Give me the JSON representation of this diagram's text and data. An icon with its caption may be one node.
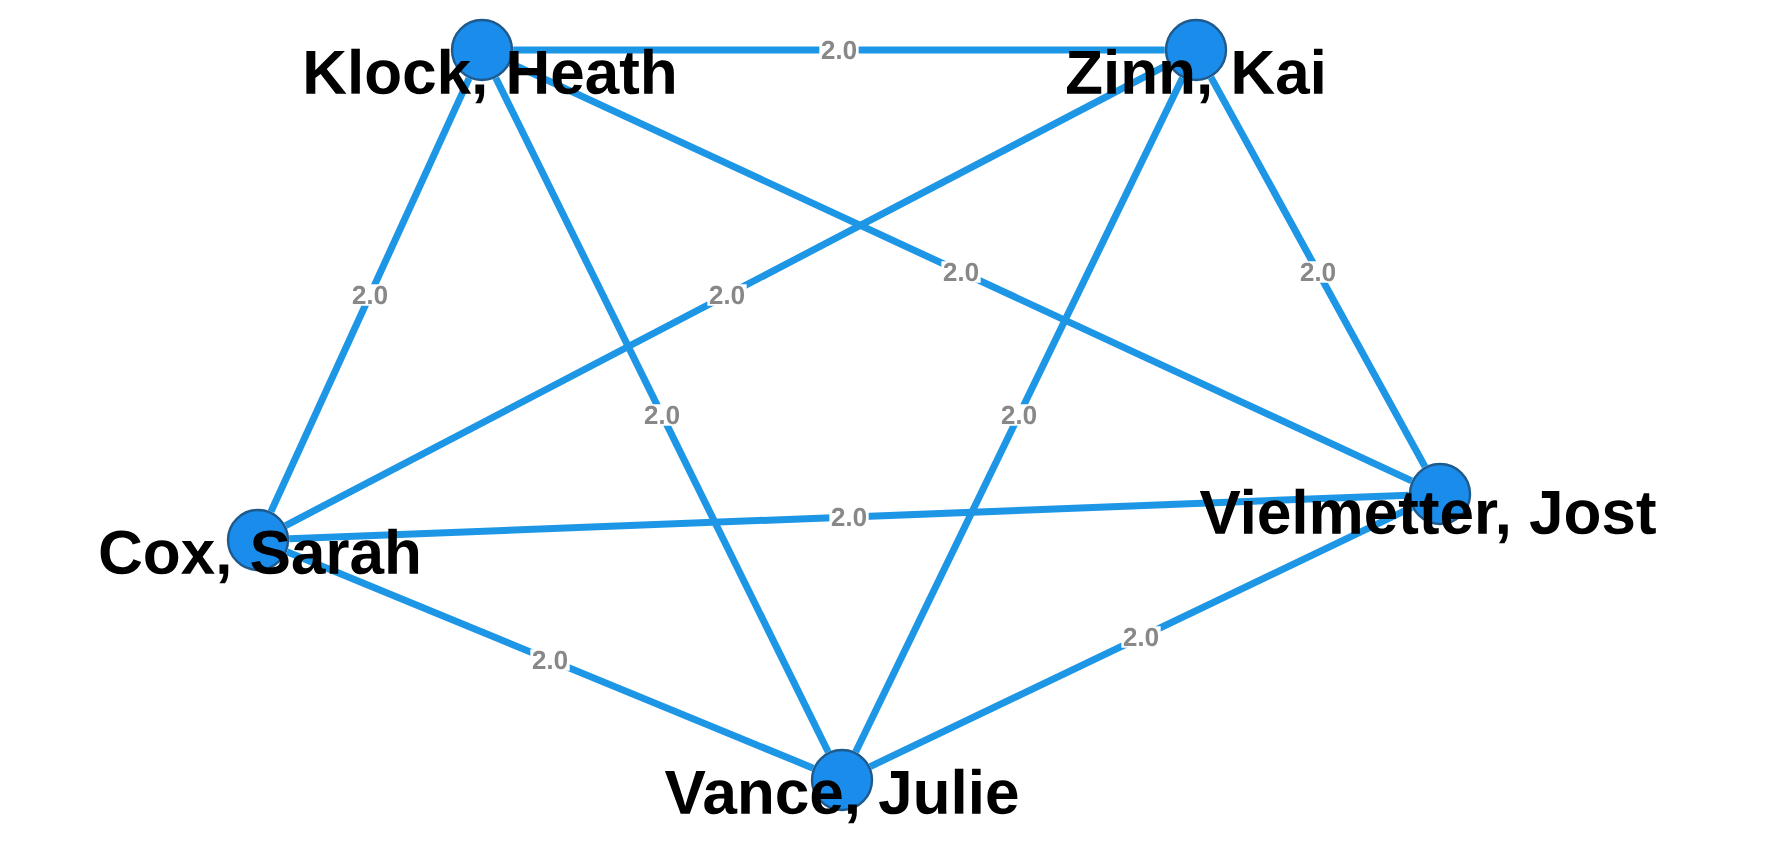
{
  "diagram": {
    "nodes": [
      {
        "text": [
          "Klock, Heath"
        ]
      },
      {
        "text": [
          "Zinn, Kai"
        ]
      },
      {
        "text": [
          "Cox, Sarah"
        ]
      },
      {
        "text": [
          "Vielmetter, Jost"
        ]
      },
      {
        "text": [
          "Vance, Julie"
        ]
      }
    ],
    "edges": [
      {
        "from": 0,
        "to": 1,
        "arrow": "none",
        "label": "2.0"
      },
      {
        "from": 0,
        "to": 2,
        "arrow": "none",
        "label": "2.0"
      },
      {
        "from": 1,
        "to": 2,
        "arrow": "none",
        "label": "2.0"
      },
      {
        "from": 0,
        "to": 3,
        "arrow": "none",
        "label": "2.0"
      },
      {
        "from": 1,
        "to": 3,
        "arrow": "none",
        "label": "2.0"
      },
      {
        "from": 0,
        "to": 4,
        "arrow": "none",
        "label": "2.0"
      },
      {
        "from": 1,
        "to": 4,
        "arrow": "none",
        "label": "2.0"
      },
      {
        "from": 2,
        "to": 3,
        "arrow": "none",
        "label": "2.0"
      },
      {
        "from": 2,
        "to": 4,
        "arrow": "none",
        "label": "2.0"
      },
      {
        "from": 4,
        "to": 3,
        "arrow": "none",
        "label": "2.0"
      }
    ]
  }
}
